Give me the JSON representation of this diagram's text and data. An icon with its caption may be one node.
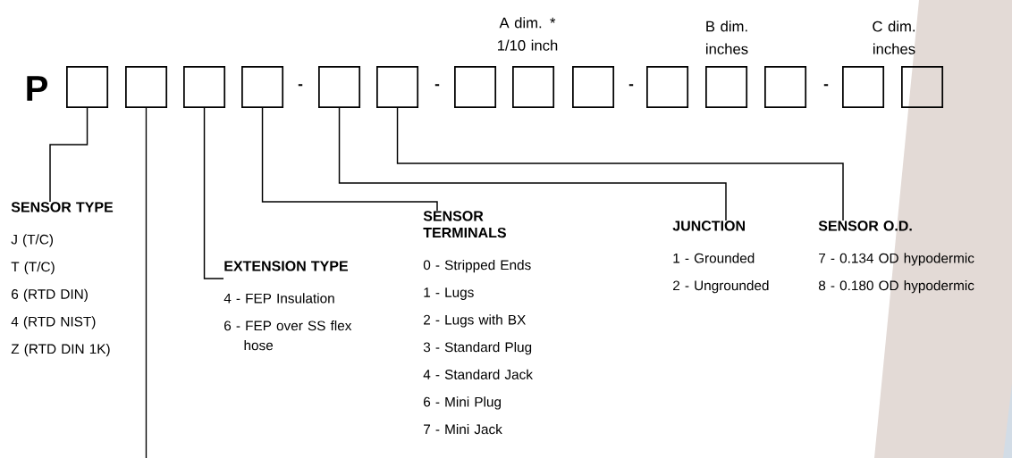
{
  "diagram": {
    "nodes": [
      {
        "text": [],
        "shape": "box"
      },
      {
        "text": [],
        "shape": "box"
      },
      {
        "text": [],
        "shape": "box"
      },
      {
        "text": [],
        "shape": "box"
      },
      {
        "text": [],
        "shape": "box"
      },
      {
        "text": [],
        "shape": "box"
      },
      {
        "text": [],
        "shape": "box"
      },
      {
        "text": [],
        "shape": "box"
      },
      {
        "text": [],
        "shape": "box"
      },
      {
        "text": [],
        "shape": "box"
      },
      {
        "text": [],
        "shape": "box"
      },
      {
        "text": [],
        "shape": "box"
      },
      {
        "text": [],
        "shape": "box"
      },
      {
        "text": [],
        "shape": "box"
      },
      {
        "text": [
          "SENSOR TYPE",
          "J (T/C)",
          "T (T/C)",
          "6 (RTD DIN)",
          "4 (RTD NIST)",
          "Z (RTD DIN 1K)"
        ]
      },
      {
        "text": [
          "EXTENSION TYPE",
          "4 - FEP Insulation",
          "6 - FEP over SS flex hose"
        ]
      },
      {
        "text": [
          "SENSOR TERMINALS",
          "0 - Stripped Ends",
          "1 - Lugs",
          "2 - Lugs with BX",
          "3 - Standard Plug",
          "4 - Standard Jack",
          "6 - Mini Plug",
          "7 - Mini Jack"
        ]
      },
      {
        "text": [
          "JUNCTION",
          "1 - Grounded",
          "2 - Ungrounded"
        ]
      },
      {
        "text": [
          "SENSOR O.D.",
          "7 - 0.134 OD hypodermic",
          "8 - 0.180 OD hypodermic"
        ]
      }
    ],
    "edges": [
      {
        "from": 0,
        "to": 14,
        "arrow": "none"
      },
      {
        "from": 1,
        "to": null,
        "arrow": "none"
      },
      {
        "from": 2,
        "to": 15,
        "arrow": "none"
      },
      {
        "from": 3,
        "to": 16,
        "arrow": "none"
      },
      {
        "from": 4,
        "to": 17,
        "arrow": "none"
      },
      {
        "from": 5,
        "to": 18,
        "arrow": "none"
      }
    ],
    "labels": [
      "A dim. * 1/10 inch",
      "B dim. inches",
      "C dim. inches",
      "P",
      "-",
      "-",
      "-",
      "-"
    ]
  }
}
